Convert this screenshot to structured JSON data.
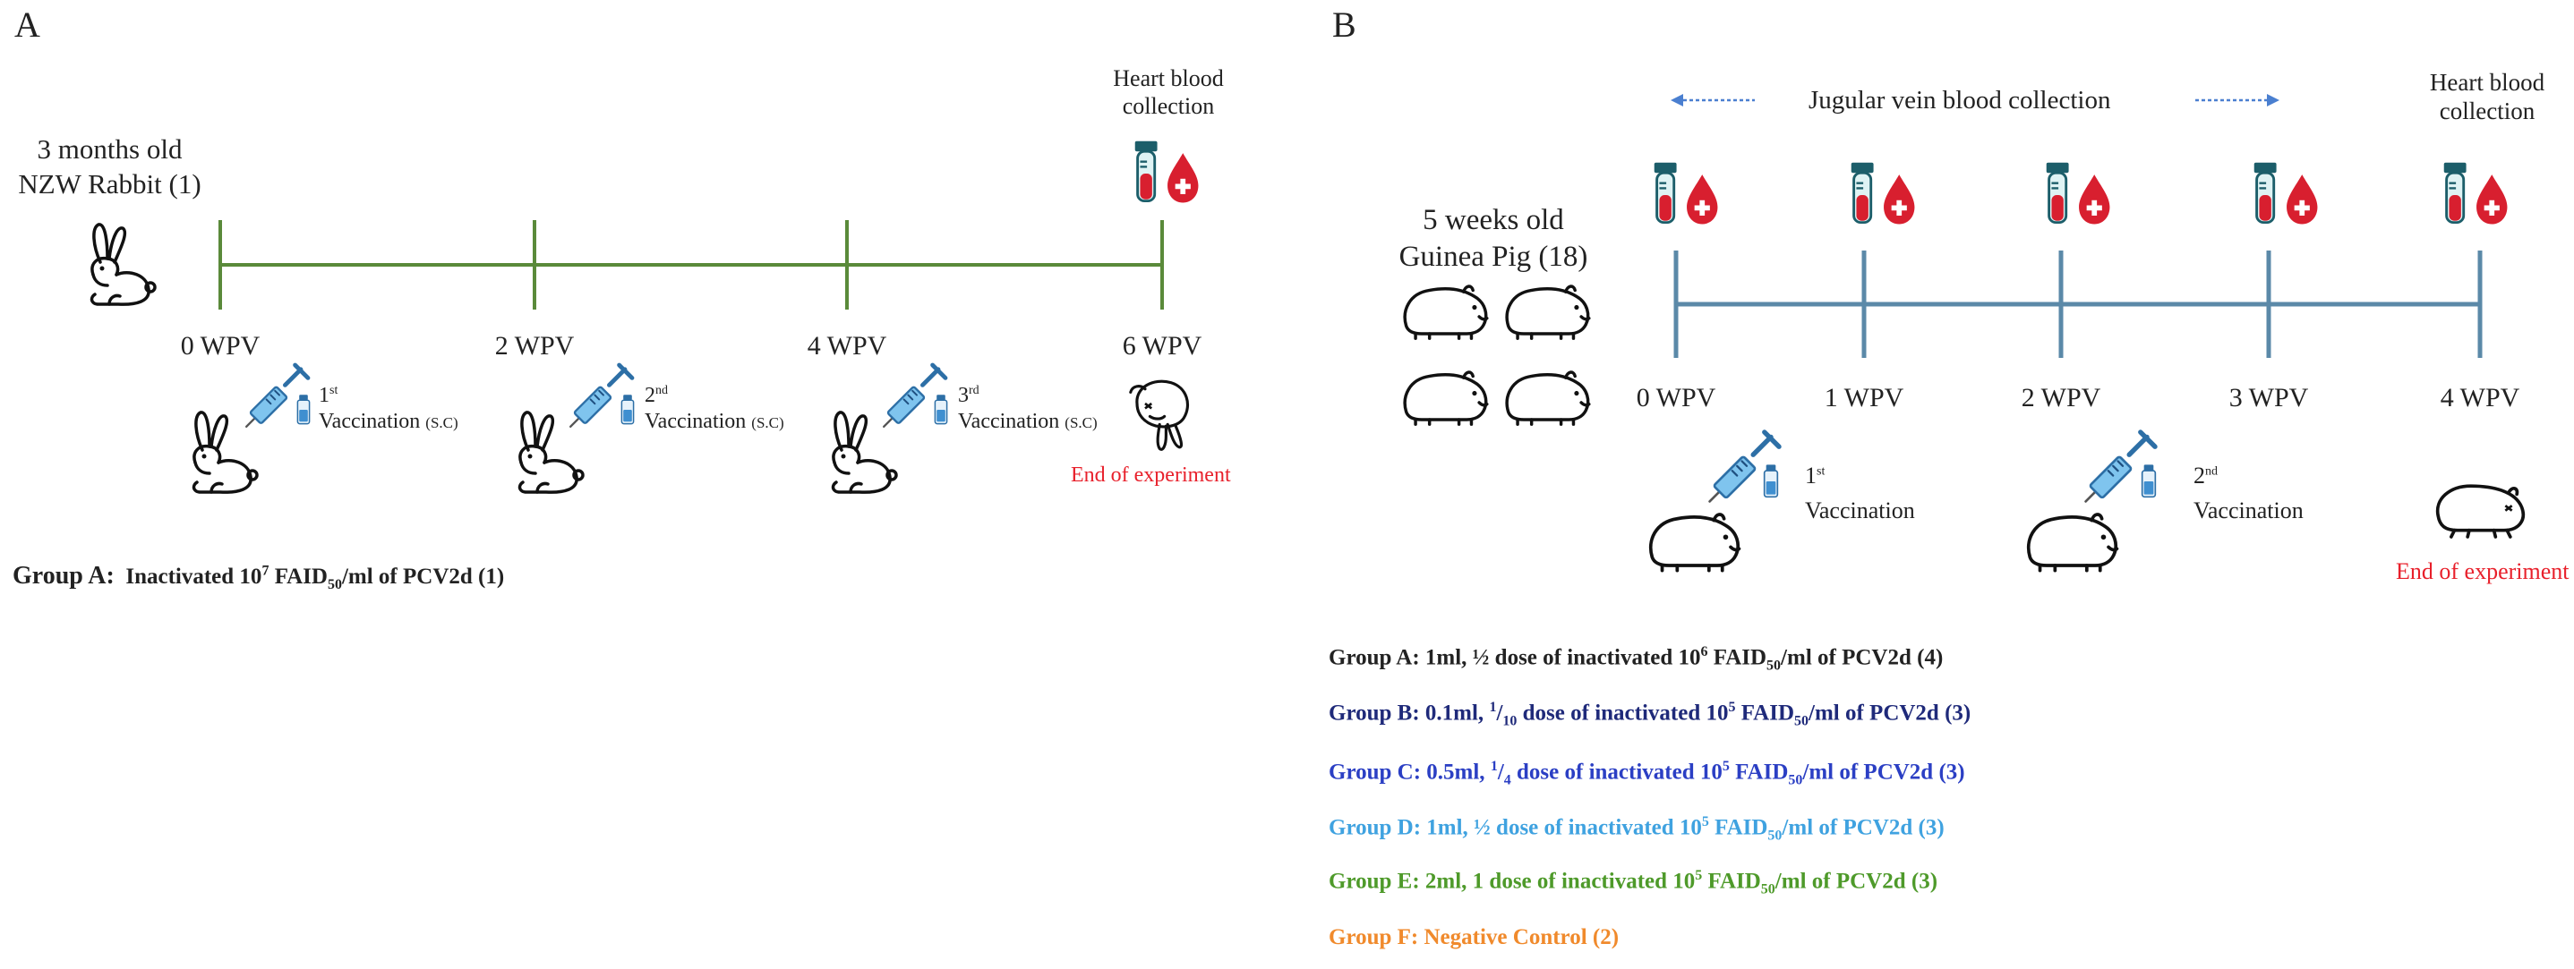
{
  "panel_a": {
    "letter": "A",
    "subject": [
      "3 months old",
      "NZW Rabbit (1)"
    ],
    "heart": [
      "Heart blood",
      "collection"
    ],
    "ticks": [
      "0 WPV",
      "2 WPV",
      "4 WPV",
      "6 WPV"
    ],
    "vaccinations": [
      {
        "ord": "1",
        "sup": "st",
        "label": "Vaccination",
        "route": "(S.C)"
      },
      {
        "ord": "2",
        "sup": "nd",
        "label": "Vaccination",
        "route": "(S.C)"
      },
      {
        "ord": "3",
        "sup": "rd",
        "label": "Vaccination",
        "route": "(S.C)"
      }
    ],
    "end": "End of experiment",
    "group": {
      "prefix": "Group A:",
      "text1": "Inactivated 10",
      "exp": "7",
      "text2": " FAID",
      "sub": "50",
      "text3": "/ml of PCV2d (1)"
    },
    "line_color": "#5a8a3a"
  },
  "panel_b": {
    "letter": "B",
    "subject": [
      "5 weeks old",
      "Guinea Pig (18)"
    ],
    "jugular": "Jugular vein blood collection",
    "heart": [
      "Heart blood",
      "collection"
    ],
    "ticks": [
      "0 WPV",
      "1 WPV",
      "2 WPV",
      "3 WPV",
      "4 WPV"
    ],
    "vaccinations": [
      {
        "ord": "1",
        "sup": "st",
        "label": "Vaccination"
      },
      {
        "ord": "2",
        "sup": "nd",
        "label": "Vaccination"
      }
    ],
    "end": "End of experiment",
    "line_color": "#5b89a8",
    "groups": [
      {
        "color": "#222222",
        "prefix": "Group A: ",
        "a": "1ml, ½ dose of inactivated 10",
        "exp": "6",
        "b": " FAID",
        "sub": "50",
        "c": "/ml of PCV2d (4)"
      },
      {
        "color": "#1f2a7a",
        "prefix": "Group B: ",
        "a": "0.1ml, ",
        "fn": "1",
        "fd": "10",
        "a2": " dose of inactivated 10",
        "exp": "5",
        "b": " FAID",
        "sub": "50",
        "c": "/ml of PCV2d (3)"
      },
      {
        "color": "#2b3fc4",
        "prefix": "Group C: ",
        "a": "0.5ml, ",
        "fn": "1",
        "fd": "4",
        "a2": "  dose of inactivated 10",
        "exp": "5",
        "b": " FAID",
        "sub": "50",
        "c": "/ml of PCV2d (3)"
      },
      {
        "color": "#3fa2e0",
        "prefix": "Group D: ",
        "a": "1ml, ½ dose of inactivated 10",
        "exp": "5",
        "b": " FAID",
        "sub": "50",
        "c": "/ml of PCV2d (3)"
      },
      {
        "color": "#4e9a2a",
        "prefix": "Group E: ",
        "a": "2ml,  1 dose of inactivated 10",
        "exp": "5",
        "b": " FAID",
        "sub": "50",
        "c": "/ml of PCV2d (3)"
      },
      {
        "color": "#f08a2c",
        "prefix": "Group F: ",
        "a": "Negative Control (2)"
      }
    ]
  }
}
